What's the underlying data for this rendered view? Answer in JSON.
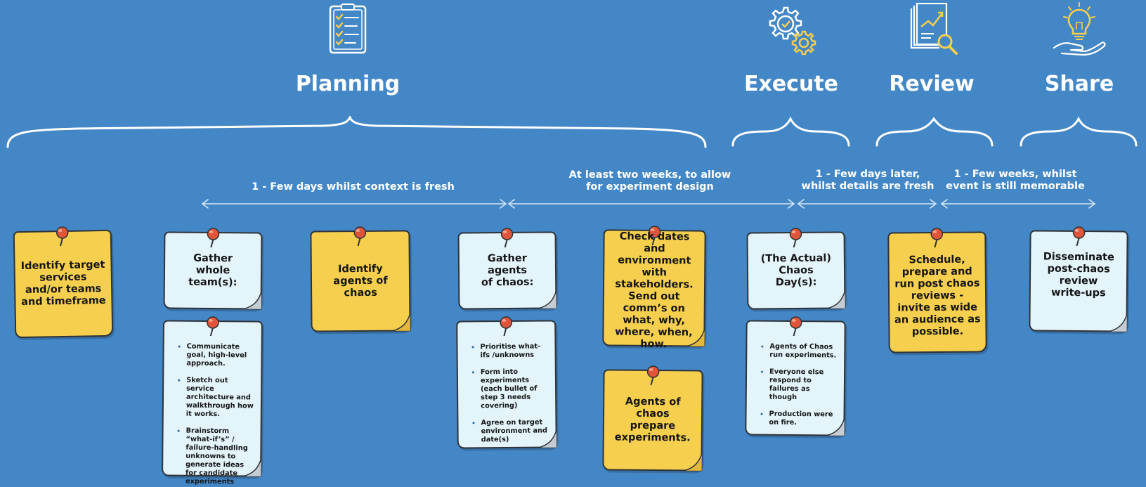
{
  "phases": {
    "planning": "Planning",
    "execute": "Execute",
    "review": "Review",
    "share": "Share"
  },
  "timings": {
    "t1": "1 - Few days whilst context is fresh",
    "t2_line1": "At least two weeks, to allow",
    "t2_line2": "for experiment design",
    "t3_line1": "1 - Few days later,",
    "t3_line2": "whilst details are fresh",
    "t4_line1": "1 - Few weeks, whilst",
    "t4_line2": "event is still memorable"
  },
  "notes": {
    "n1": "Identify target services and/or teams and timeframe",
    "n2": "Gather whole team(s):",
    "n3": "Identify agents of chaos",
    "n4": "Gather agents of chaos:",
    "n5": "Check dates and environment with stakeholders. Send out comm’s on what, why, where, when, how.",
    "n6": "(The Actual) Chaos Day(s):",
    "n7": "Schedule, prepare and run post chaos reviews - invite as wide an audience as possible.",
    "n8": "Disseminate post-chaos review write-ups",
    "n9": "Agents of chaos prepare experiments."
  },
  "lists": {
    "team": [
      "Communicate goal, high-level approach.",
      "Sketch out service architecture and walkthrough how it works.",
      "Brainstorm “what-if’s” / failure-handling unknowns to generate ideas for candidate experiments"
    ],
    "agents": [
      "Prioritise what-ifs /unknowns",
      "Form into experiments (each bullet of step 3 needs covering)",
      "Agree on target environment and date(s)"
    ],
    "chaosday": [
      "Agents of Chaos run experiments.",
      "Everyone else respond to failures as though",
      "Production were on fire."
    ]
  },
  "icons": [
    "clipboard-checklist-icon",
    "gears-icon",
    "report-magnifier-icon",
    "lightbulb-hand-icon",
    "pushpin-icon"
  ],
  "colors": {
    "background": "#4487c7",
    "yellow_note": "#f5cf4d",
    "blue_note": "#e3f4fb",
    "pin": "#e0553a",
    "accent_yellow": "#f5cf4d"
  }
}
